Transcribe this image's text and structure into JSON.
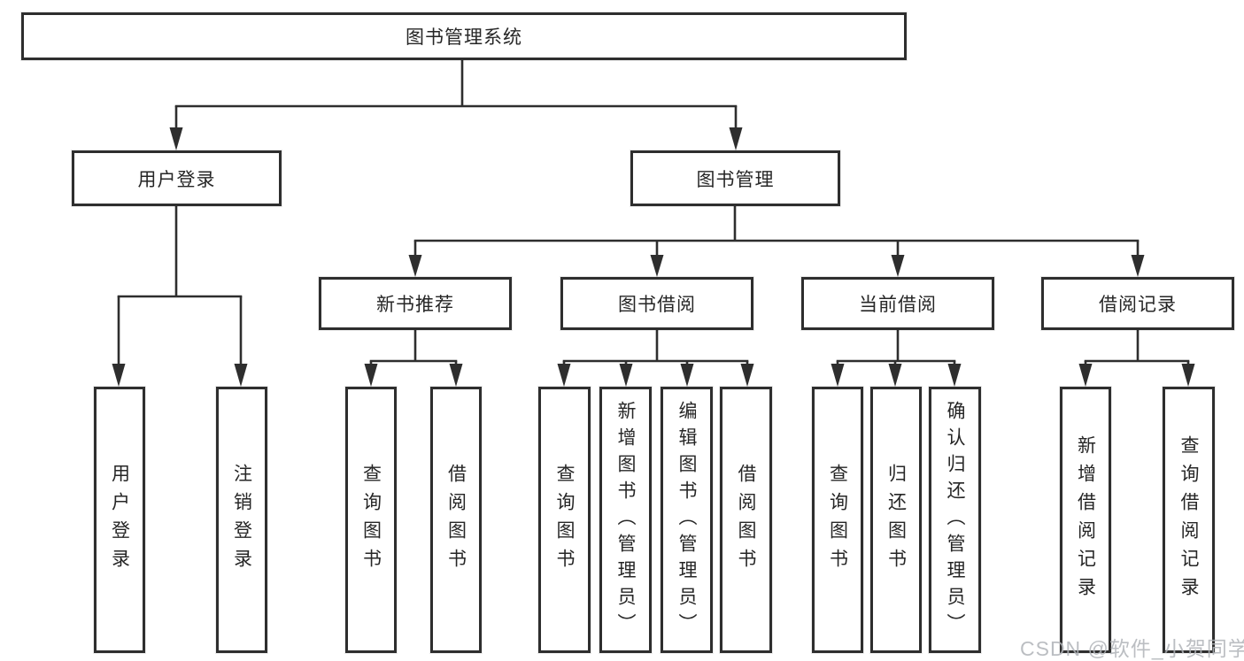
{
  "diagram": {
    "type": "hierarchy-tree",
    "root": {
      "label": "图书管理系统"
    },
    "branches": [
      {
        "label": "用户登录",
        "children": [
          {
            "label": "用户登录"
          },
          {
            "label": "注销登录"
          }
        ]
      },
      {
        "label": "图书管理",
        "children": [
          {
            "label": "新书推荐",
            "children": [
              {
                "label": "查询图书"
              },
              {
                "label": "借阅图书"
              }
            ]
          },
          {
            "label": "图书借阅",
            "children": [
              {
                "label": "查询图书"
              },
              {
                "label": "新增图书（管理员）"
              },
              {
                "label": "编辑图书（管理员）"
              },
              {
                "label": "借阅图书"
              }
            ]
          },
          {
            "label": "当前借阅",
            "children": [
              {
                "label": "查询图书"
              },
              {
                "label": "归还图书"
              },
              {
                "label": "确认归还（管理员）"
              }
            ]
          },
          {
            "label": "借阅记录",
            "children": [
              {
                "label": "新增借阅记录"
              },
              {
                "label": "查询借阅记录"
              }
            ]
          }
        ]
      }
    ]
  },
  "watermark": {
    "text": "CSDN @软件_小贺同学"
  },
  "colors": {
    "line": "#2e2e2e",
    "text": "#262626",
    "background": "#ffffff",
    "watermark": "#b0b3b8"
  }
}
